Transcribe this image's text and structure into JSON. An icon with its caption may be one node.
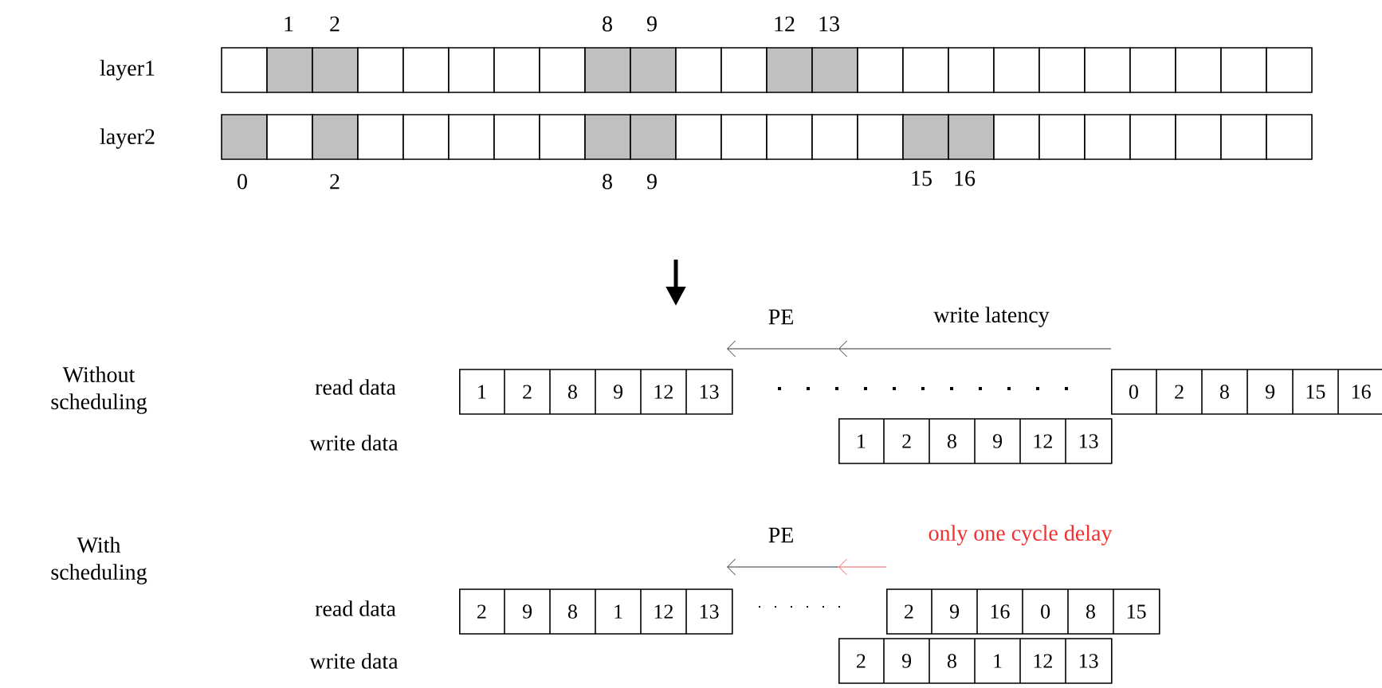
{
  "diagram": {
    "nodes": [
      {
        "text": [
          "1",
          "2",
          "8",
          "9",
          "12",
          "13"
        ]
      },
      {
        "text": [
          "0",
          "2",
          "8",
          "9",
          "15",
          "16"
        ]
      },
      {
        "text": [
          "1",
          "2",
          "8",
          "9",
          "12",
          "13"
        ]
      },
      {
        "text": [
          "2",
          "9",
          "8",
          "1",
          "12",
          "13"
        ]
      },
      {
        "text": [
          "2",
          "9",
          "16",
          "0",
          "8",
          "15"
        ]
      },
      {
        "text": [
          "2",
          "9",
          "8",
          "1",
          "12",
          "13"
        ]
      }
    ],
    "labels": [
      "1",
      "2",
      "8",
      "9",
      "12",
      "13",
      "layer1",
      "layer2",
      "0",
      "2",
      "8",
      "9",
      "15",
      "16",
      "PE",
      "write latency",
      "Without scheduling",
      "read data",
      "write data",
      "PE",
      "only one cycle delay",
      "With scheduling",
      "read data",
      "write data"
    ]
  }
}
